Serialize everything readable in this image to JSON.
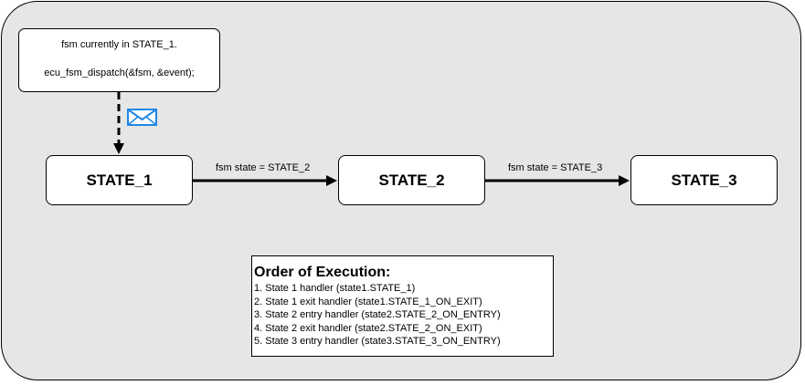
{
  "note": {
    "line1": "fsm currently in STATE_1.",
    "line2": "ecu_fsm_dispatch(&fsm, &event);"
  },
  "states": [
    {
      "label": "STATE_1"
    },
    {
      "label": "STATE_2"
    },
    {
      "label": "STATE_3"
    }
  ],
  "transitions": [
    {
      "label": "fsm state = STATE_2"
    },
    {
      "label": "fsm state = STATE_3"
    }
  ],
  "order": {
    "title": "Order of Execution:",
    "items": [
      "1. State 1 handler (state1.STATE_1)",
      "2. State 1 exit handler (state1.STATE_1_ON_EXIT)",
      "3. State 2 entry handler (state2.STATE_2_ON_ENTRY)",
      "4. State 2 exit handler (state2.STATE_2_ON_EXIT)",
      "5. State 3 entry handler (state3.STATE_3_ON_ENTRY)"
    ]
  },
  "icons": {
    "message": "envelope-icon"
  },
  "colors": {
    "background": "#e6e6e6",
    "envelope": "#1e88e5",
    "stroke": "#000000"
  }
}
